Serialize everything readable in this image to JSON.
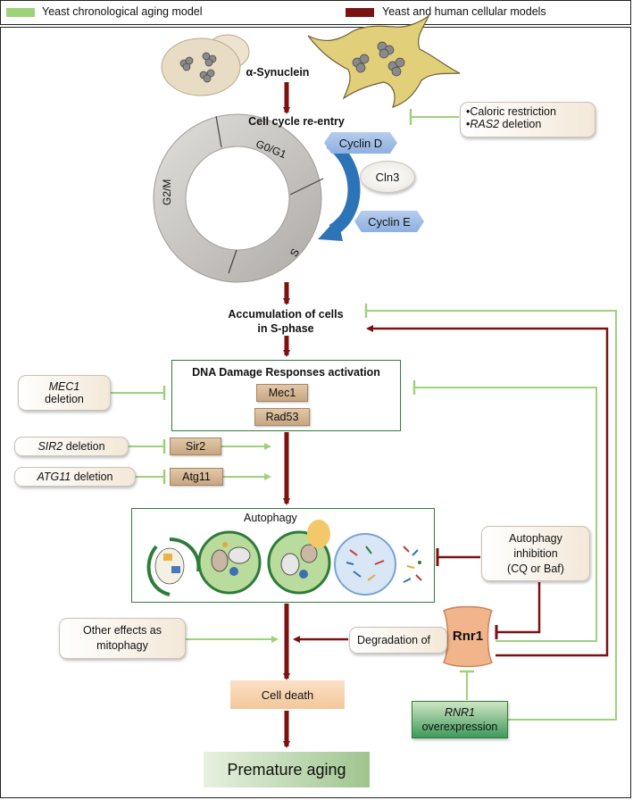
{
  "legend": {
    "green_label": "Yeast chronological aging model",
    "red_label": "Yeast and human cellular models"
  },
  "colors": {
    "green": "#9ed27a",
    "darkred": "#7a1212",
    "blue": "#2d74b7",
    "gray_ring": "#c9c6c2"
  },
  "nodes": {
    "alpha_synuclein": "α-Synuclein",
    "cell_cycle_reentry": "Cell cycle re-entry",
    "caloric_restriction": "Caloric restriction",
    "ras2_gene": "RAS2",
    "ras2_suffix": " deletion",
    "bullet": "•",
    "phase_g0g1": "G0/G1",
    "phase_g2m": "G2/M",
    "phase_s": "S",
    "cyclin_d": "Cyclin D",
    "cln3": "Cln3",
    "cyclin_e": "Cyclin E",
    "accumulation_line1": "Accumulation of cells",
    "accumulation_line2": "in S-phase",
    "ddr_title": "DNA Damage Responses activation",
    "mec1": "Mec1",
    "rad53": "Rad53",
    "mec1_deletion_gene": "MEC1",
    "mec1_deletion_suffix": "deletion",
    "sir2_deletion_gene": "SIR2",
    "sir2_deletion_suffix": " deletion",
    "sir2": "Sir2",
    "atg11_deletion_gene": "ATG11",
    "atg11_deletion_suffix": " deletion",
    "atg11": "Atg11",
    "autophagy": "Autophagy",
    "autophagy_inhibition_l1": "Autophagy",
    "autophagy_inhibition_l2": "inhibition",
    "autophagy_inhibition_l3": "(CQ or Baf)",
    "other_effects_l1": "Other effects as",
    "other_effects_l2": "mitophagy",
    "degradation_of": "Degradation of",
    "rnr1": "Rnr1",
    "rnr1_overexp_gene": "RNR1",
    "rnr1_overexp_suffix": "overexpression",
    "cell_death": "Cell death",
    "premature_aging": "Premature aging"
  }
}
